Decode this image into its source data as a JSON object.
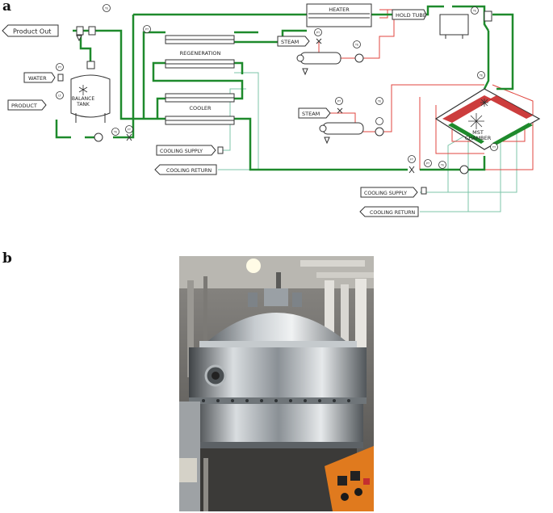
{
  "panels": {
    "a": "a",
    "b": "b"
  },
  "flag_labels": {
    "product_out": "Product Out",
    "water": "WATER",
    "product": "PRODUCT",
    "steam_top": "STEAM",
    "steam_mid": "STEAM",
    "cooling_supply_left": "COOLING SUPPLY",
    "cooling_return_left": "COOLING RETURN",
    "cooling_supply_right": "COOLING SUPPLY",
    "cooling_return_right": "COOLING RETURN"
  },
  "exchangers": {
    "heater": "HEATER",
    "regeneration": "REGENERATION",
    "cooler": "COOLER"
  },
  "labels": {
    "hold_tube": "HOLD TUBE",
    "balance_tank_1": "BALANCE",
    "balance_tank_2": "TANK",
    "chamber_1": "MST",
    "chamber_2": "CHAMBER"
  },
  "instruments": {
    "tag_tr": "TE",
    "tag_pt": "PT",
    "tag_ft": "FT",
    "tag_lt": "LT",
    "tag_tt": "TT"
  },
  "colors": {
    "product_line": "#1e8a2c",
    "steam_line": "#e0463f",
    "cooling_line": "#7cc4a8",
    "equipment": "#333333",
    "heater_element": "#c62828"
  }
}
